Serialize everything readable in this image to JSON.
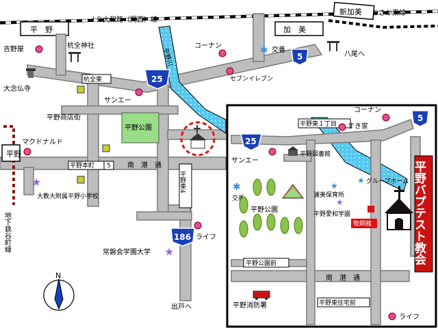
{
  "railways": {
    "main_line": "ＪＲ大和路（関西）線",
    "station_hirano": "平　野",
    "station_kami": "加　美",
    "station_shinkami": "新加美",
    "osaka_higashi_line": "おおさか東線",
    "subway_line": "地下鉄谷町線",
    "subway_station": "平野"
  },
  "overview": {
    "labels": {
      "yoshinoya": "吉野屋",
      "kuzen_shrine": "杭全神社",
      "hirano_river": "平野川",
      "kounan_top": "コーナン",
      "police_box_top": "交番",
      "yao": "八尾へ",
      "seven_eleven": "セブンイレブン",
      "dainenbutsuji": "大念仏寺",
      "kuzen_east": "杭全東",
      "sunae": "サンエー",
      "hirano_shotengai": "平野商店街",
      "hirano_park": "平野公園",
      "mcdonalds": "マクドナルド",
      "hirano_honmachi": "平野本町",
      "hirano_honmachi_5": "5",
      "minamiminato": "南　港　通",
      "hirano_higashi_4": "平野東4",
      "daikyo_school": "大教大附属平野小学校",
      "life": "ライフ",
      "tokiwakai": "常磐会学園大学",
      "dedo": "出戸へ",
      "north": "N"
    },
    "routes": {
      "r25": "25",
      "r5": "5",
      "r186": "186"
    }
  },
  "inset": {
    "labels": {
      "hirano_higashi_1": "平野東１丁目",
      "kounan": "コーナン",
      "sukiya": "すき家",
      "route5": "5",
      "route25": "25",
      "hirano_library": "平野図書館",
      "sunae": "サンエー",
      "group_home": "グループホーム",
      "police_box": "交番",
      "urami_nursery": "浦美保育所",
      "hirano_park": "平野公園",
      "hirano_aiwa": "平野愛和学園",
      "parsonage": "牧師館",
      "hirano_park_mae": "平野公園前",
      "minamiminato": "南　港　通",
      "hirano_fire": "平野消防署",
      "hirano_higashi_jutaku": "平野東住宅前",
      "life": "ライフ",
      "church_name": "平野バプテスト教会"
    }
  },
  "colors": {
    "road": "#bdbdbd",
    "road_edge": "#7a7a7a",
    "river": "#55c8f0",
    "park": "#99dd88",
    "route_shield": "#1a3fb8",
    "pink_marker": "#e84a9a",
    "church_title_bg": "#cc1111",
    "church_title_text": "#ffffff",
    "star": "#9966dd",
    "police_star": "#3b8fd8",
    "target_circle": "#dd1111"
  }
}
